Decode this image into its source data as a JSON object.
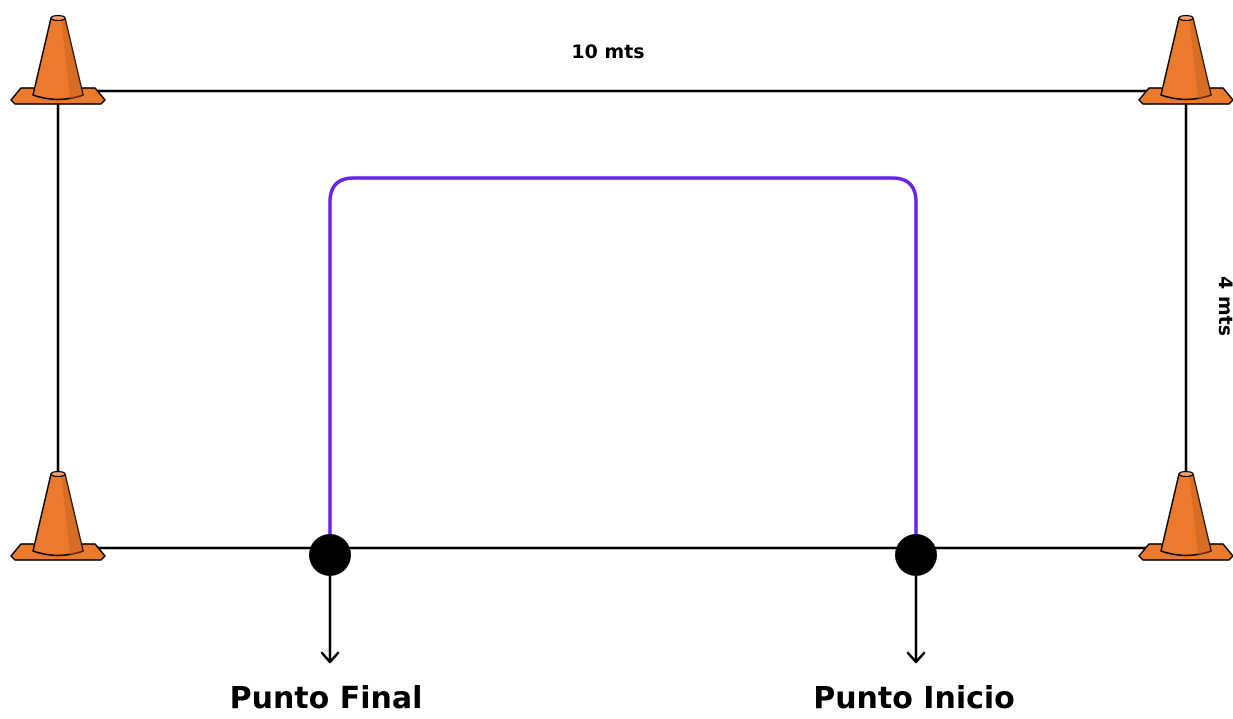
{
  "labels": {
    "top_dimension": "10 mts",
    "side_dimension": "4 mts",
    "end_point": "Punto Final",
    "start_point": "Punto Inicio"
  },
  "colors": {
    "field_line": "#000000",
    "path_line": "#6a24e6",
    "cone_main": "#ec7a2c",
    "cone_dark": "#b8541a",
    "cone_outline": "#000000",
    "marker": "#000000"
  },
  "cones": [
    {
      "name": "cone-top-left",
      "icon": "traffic-cone-icon"
    },
    {
      "name": "cone-top-right",
      "icon": "traffic-cone-icon"
    },
    {
      "name": "cone-bottom-left",
      "icon": "traffic-cone-icon"
    },
    {
      "name": "cone-bottom-right",
      "icon": "traffic-cone-icon"
    }
  ]
}
